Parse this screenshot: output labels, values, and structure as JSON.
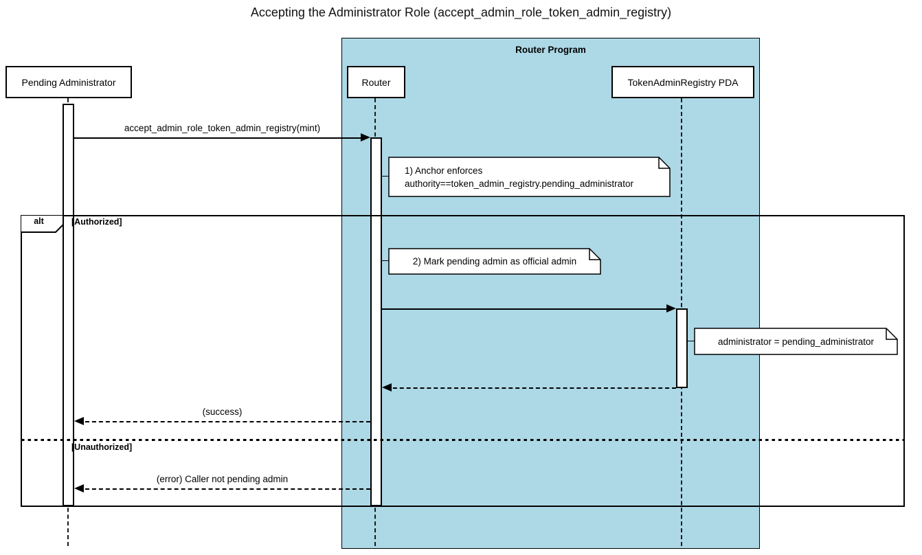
{
  "title": "Accepting the Administrator Role (accept_admin_role_token_admin_registry)",
  "program_frame": {
    "label": "Router Program"
  },
  "participants": {
    "pending_admin": "Pending Administrator",
    "router": "Router",
    "token_admin_registry": "TokenAdminRegistry PDA"
  },
  "alt_frame": {
    "operator": "alt",
    "authorized_guard": "[Authorized]",
    "unauthorized_guard": "[Unauthorized]"
  },
  "messages": {
    "call": "accept_admin_role_token_admin_registry(mint)",
    "success": "(success)",
    "error": "(error) Caller not pending admin"
  },
  "notes": {
    "anchor_line1": "1) Anchor enforces",
    "anchor_line2": "authority==token_admin_registry.pending_administrator",
    "mark_admin": "2) Mark pending admin as official admin",
    "assign": "administrator = pending_administrator"
  },
  "colors": {
    "program_fill": "#add8e6",
    "stroke": "#000000",
    "note_fill": "#ffffff",
    "background": "#ffffff"
  }
}
